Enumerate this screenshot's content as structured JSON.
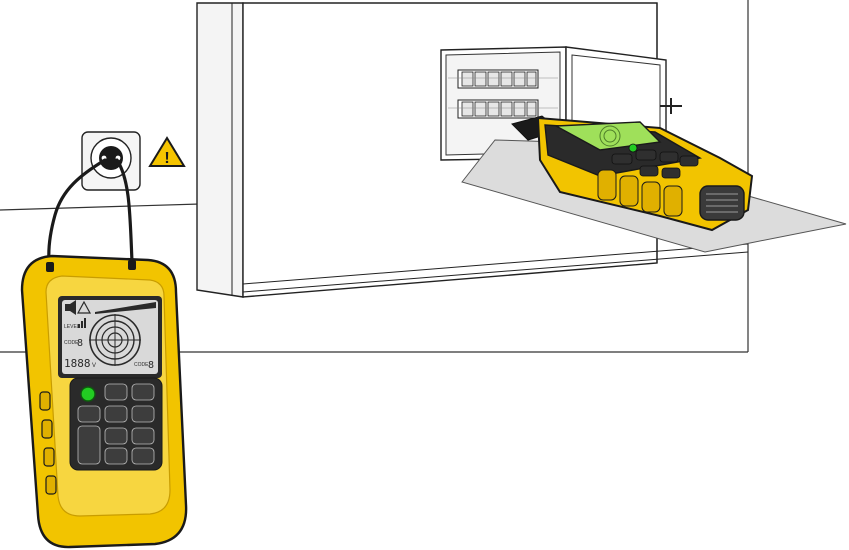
{
  "colors": {
    "device_yellow": "#f2c400",
    "device_yellow_dark": "#c99d00",
    "lcd_grey": "#d9d9d9",
    "lcd_green": "#9fe05a",
    "power_led_green": "#22cc22",
    "warning_yellow": "#f5c400",
    "outline": "#1a1a1a",
    "floor_shadow": "#dcdcdc"
  },
  "icons": {
    "warning": "warning-triangle-icon",
    "socket": "wall-socket-icon",
    "speaker": "speaker-mute-icon",
    "battery": "battery-icon",
    "signal": "signal-bars-icon",
    "target": "target-circles-icon"
  },
  "receiver_display": {
    "level_label": "LEVEL",
    "code_label_left": "CODE",
    "code_value_left": "8",
    "voltage_value": "1888",
    "voltage_unit": "V",
    "code_label_right": "CODE",
    "code_value_right": "8"
  },
  "warning_symbol": "!"
}
